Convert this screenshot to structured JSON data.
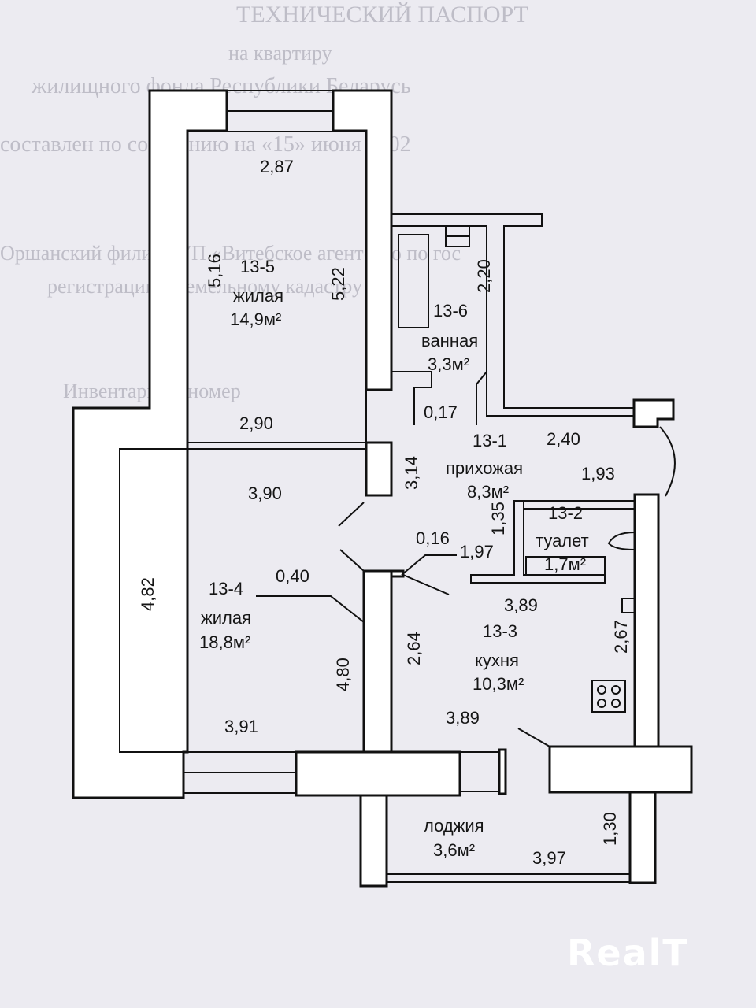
{
  "watermark": "RealT",
  "rooms": {
    "r135": {
      "id": "13-5",
      "name": "жилая",
      "area": "14,9м²"
    },
    "r136": {
      "id": "13-6",
      "name": "ванная",
      "area": "3,3м²"
    },
    "r131": {
      "id": "13-1",
      "name": "прихожая",
      "area": "8,3м²"
    },
    "r132": {
      "id": "13-2",
      "name": "туалет",
      "area": "1,7м²"
    },
    "r134": {
      "id": "13-4",
      "name": "жилая",
      "area": "18,8м²"
    },
    "r133": {
      "id": "13-3",
      "name": "кухня",
      "area": "10,3м²"
    },
    "loggia": {
      "name": "лоджия",
      "area": "3,6м²"
    }
  },
  "dimensions": {
    "d287": "2,87",
    "d516": "5,16",
    "d522": "5,22",
    "d220": "2,20",
    "d017": "0,17",
    "d290": "2,90",
    "d240": "2,40",
    "d314": "3,14",
    "d390": "3,90",
    "d193": "1,93",
    "d135": "1,35",
    "d016": "0,16",
    "d197": "1,97",
    "d040": "0,40",
    "d482": "4,82",
    "d389a": "3,89",
    "d264": "2,64",
    "d480": "4,80",
    "d267": "2,67",
    "d391": "3,91",
    "d389b": "3,89",
    "d130": "1,30",
    "d397": "3,97"
  },
  "background_text": [
    "ТЕХНИЧЕСКИЙ ПАСПОРТ",
    "на квартиру",
    "жилищного фонда Республики Беларусь",
    "составлен по состоянию на «15» июня 2002",
    "Оршанский филиал УП «Витебское агентство по гос",
    "регистрации и земельному кадастру",
    "Инвентарный номер"
  ]
}
